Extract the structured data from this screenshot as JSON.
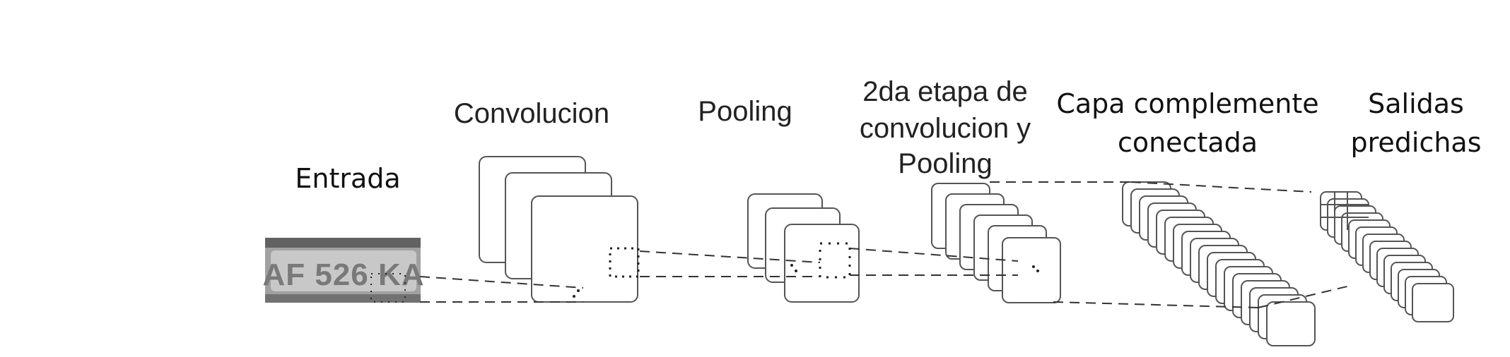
{
  "labels": {
    "entrada": "Entrada",
    "convolucion": "Convolucion",
    "pooling": "Pooling",
    "segunda_etapa": [
      "2da etapa de",
      "convolucion y",
      "Pooling"
    ],
    "capa": [
      "Capa complemente",
      "conectada"
    ],
    "salidas": [
      "Salidas",
      "predichas"
    ]
  },
  "input_plate_text": "AF 526 KA"
}
